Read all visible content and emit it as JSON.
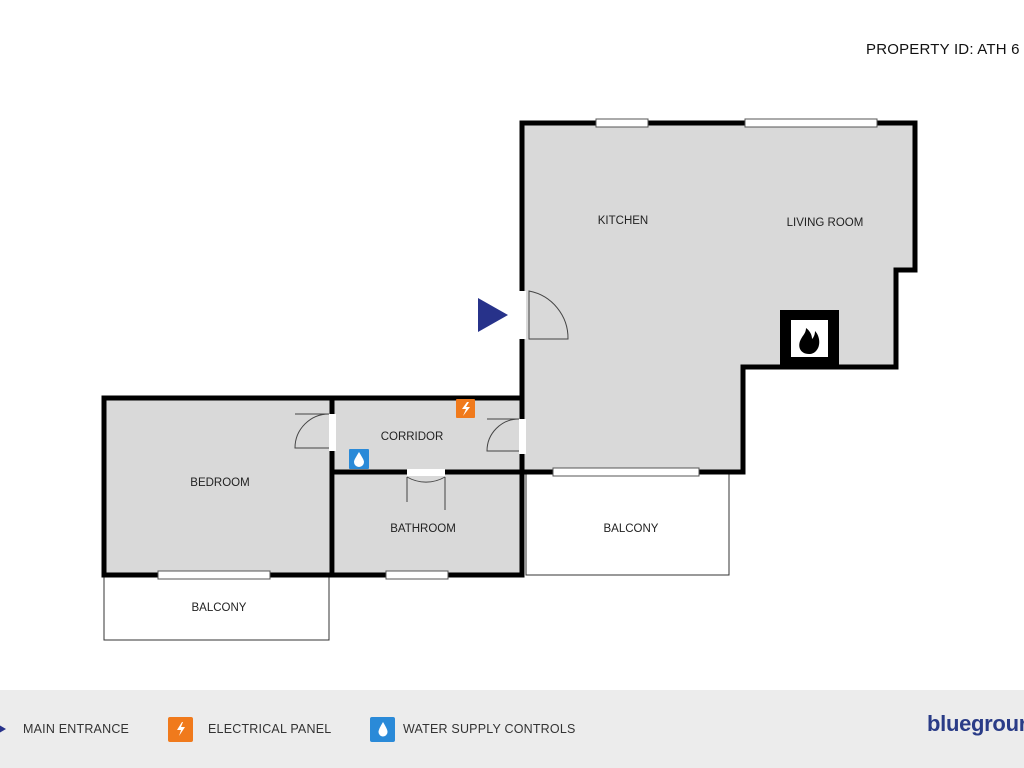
{
  "header": {
    "property_id": "PROPERTY ID: ATH 6"
  },
  "rooms": {
    "kitchen": "KITCHEN",
    "living_room": "LIVING ROOM",
    "corridor": "CORRIDOR",
    "bedroom": "BEDROOM",
    "bathroom": "BATHROOM",
    "balcony_right": "BALCONY",
    "balcony_left": "BALCONY"
  },
  "legend": {
    "main_entrance": "MAIN ENTRANCE",
    "electrical_panel": "ELECTRICAL PANEL",
    "water_supply": "WATER SUPPLY CONTROLS"
  },
  "brand": "bluegrour",
  "colors": {
    "accent_blue": "#27328a",
    "electrical_orange": "#f07a1c",
    "water_blue": "#2a8ad8",
    "room_fill": "#d9d9d9",
    "footer_bg": "#ececec"
  },
  "icons": {
    "main_entrance": "triangle-right-icon",
    "electrical_panel": "lightning-icon",
    "water_supply": "water-drop-icon",
    "fireplace": "flame-icon"
  }
}
